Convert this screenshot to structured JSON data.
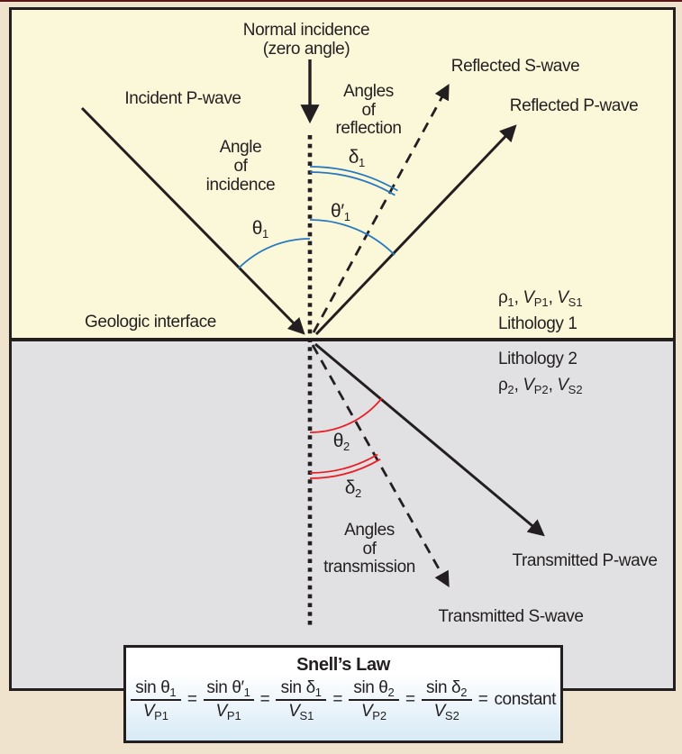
{
  "colors": {
    "background": "#efe3cd",
    "lithology1_fill": "#fbf8da",
    "lithology2_fill": "#e1e1e3",
    "line_color": "#231f20",
    "reflection_arc_blue": "#2778be",
    "transmission_arc_red": "#ec1c24",
    "formula_box_bottom": "#d8eaf6",
    "top_strip": "#5a1616"
  },
  "diagram": {
    "normal_label_line1": "Normal incidence",
    "normal_label_line2": "(zero angle)",
    "incident_label": "Incident P-wave",
    "reflected_s_label": "Reflected S-wave",
    "reflected_p_label": "Reflected P-wave",
    "transmitted_p_label": "Transmitted P-wave",
    "transmitted_s_label": "Transmitted S-wave",
    "angles_of_reflection": [
      "Angles",
      "of",
      "reflection"
    ],
    "angle_of_incidence": [
      "Angle",
      "of",
      "incidence"
    ],
    "angles_of_transmission": [
      "Angles",
      "of",
      "transmission"
    ],
    "geologic_interface_label": "Geologic interface",
    "angles": {
      "theta1": {
        "base": "θ",
        "sub": "1"
      },
      "theta1p": {
        "base": "θ′",
        "sub": "1"
      },
      "delta1": {
        "base": "δ",
        "sub": "1"
      },
      "theta2": {
        "base": "θ",
        "sub": "2"
      },
      "delta2": {
        "base": "δ",
        "sub": "2"
      }
    },
    "lithology1": {
      "rho": "ρ",
      "rho_sub": "1",
      "comma": ", ",
      "v": "V",
      "vp_sub": "P1",
      "vs_sub": "S1",
      "name": "Lithology 1"
    },
    "lithology2": {
      "rho": "ρ",
      "rho_sub": "2",
      "comma": ", ",
      "v": "V",
      "vp_sub": "P2",
      "vs_sub": "S2",
      "name": "Lithology 2"
    }
  },
  "snells_law": {
    "title": "Snell’s Law",
    "eq": "=",
    "constant": "constant",
    "fractions": [
      {
        "num_base": "sin θ",
        "num_sub": "1",
        "den_base": "V",
        "den_sub": "P1"
      },
      {
        "num_base": "sin θ′",
        "num_sub": "1",
        "den_base": "V",
        "den_sub": "P1"
      },
      {
        "num_base": "sin δ",
        "num_sub": "1",
        "den_base": "V",
        "den_sub": "S1"
      },
      {
        "num_base": "sin θ",
        "num_sub": "2",
        "den_base": "V",
        "den_sub": "P2"
      },
      {
        "num_base": "sin δ",
        "num_sub": "2",
        "den_base": "V",
        "den_sub": "S2"
      }
    ]
  }
}
